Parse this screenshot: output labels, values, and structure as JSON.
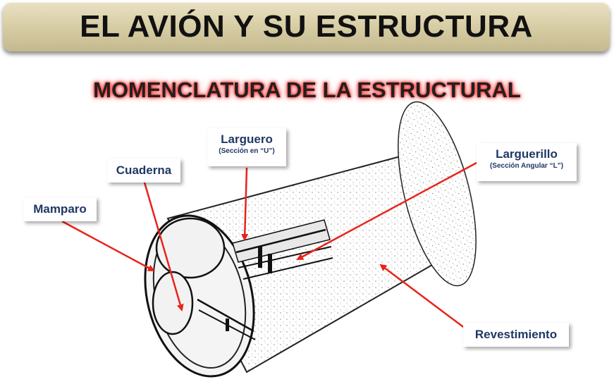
{
  "title": "EL AVIÓN Y SU ESTRUCTURA",
  "subtitle": "MOMENCLATURA DE LA ESTRUCTURAL",
  "labels": {
    "larguero": {
      "main": "Larguero",
      "sub": "(Sección en “U”)"
    },
    "cuaderna": {
      "main": "Cuaderna"
    },
    "mamparo": {
      "main": "Mamparo"
    },
    "larguerillo": {
      "main": "Larguerillo",
      "sub": "(Sección Angular “L”)"
    },
    "revestimiento": {
      "main": "Revestimiento"
    }
  },
  "colors": {
    "arrow": "#e8231b",
    "label_text": "#1f3864",
    "title_bar": "#d9cfa7"
  }
}
